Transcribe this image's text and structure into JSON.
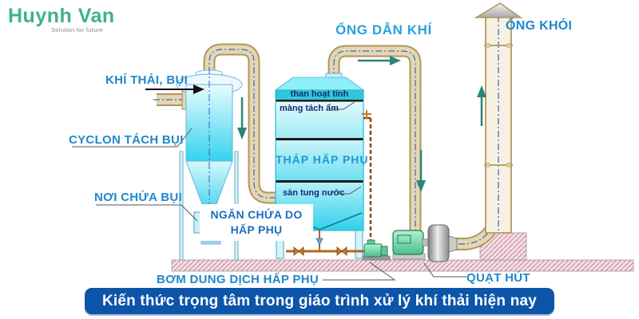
{
  "logo": {
    "title": "Huynh Van",
    "tagline": "Solution for future"
  },
  "diagram": {
    "labels": {
      "inlet_gas": "KHÍ THẢI, BỤI",
      "cyclone": "CYCLON TÁCH BỤI",
      "dust_container": "NƠI CHỨA BỤI",
      "absorption_chamber": {
        "line1": "NGĂN CHỨA DO",
        "line2": "HẤP PHỤ"
      },
      "gas_duct": "ỐNG DẪN KHÍ",
      "chimney": "ỐNG KHÓI",
      "activated_carbon": "than hoạt tính",
      "moisture_separator": "màng tách ẩm",
      "absorption_tower": "THÁP HẤP PHỤ",
      "water_spray_floor": "sàn tung nước",
      "absorption_pump": "BƠM DUNG DỊCH HẤP PHỤ",
      "suction_fan": "QUẠT HÚT"
    }
  },
  "banner": {
    "text": "Kiến thức trọng tâm trong giáo trình xử lý khí thải hiện nay"
  },
  "colors": {
    "label_blue": "#1e88cc",
    "duct_label_blue": "#2aa0dd",
    "section_text_navy": "#1a2a6e",
    "chamber_label_blue": "#1a6ec2",
    "banner_bg": "#0d55a8",
    "banner_text": "#ffffff",
    "logo_green": "#3db581",
    "pipe_tan": "#e3d7b4",
    "pipe_edge_tan": "#b2955e",
    "vessel_cyan": "#35d2ee",
    "arrow_teal": "#2a8578",
    "ground_pink": "#f4dde4",
    "motor_green": "#6fd2a4"
  }
}
